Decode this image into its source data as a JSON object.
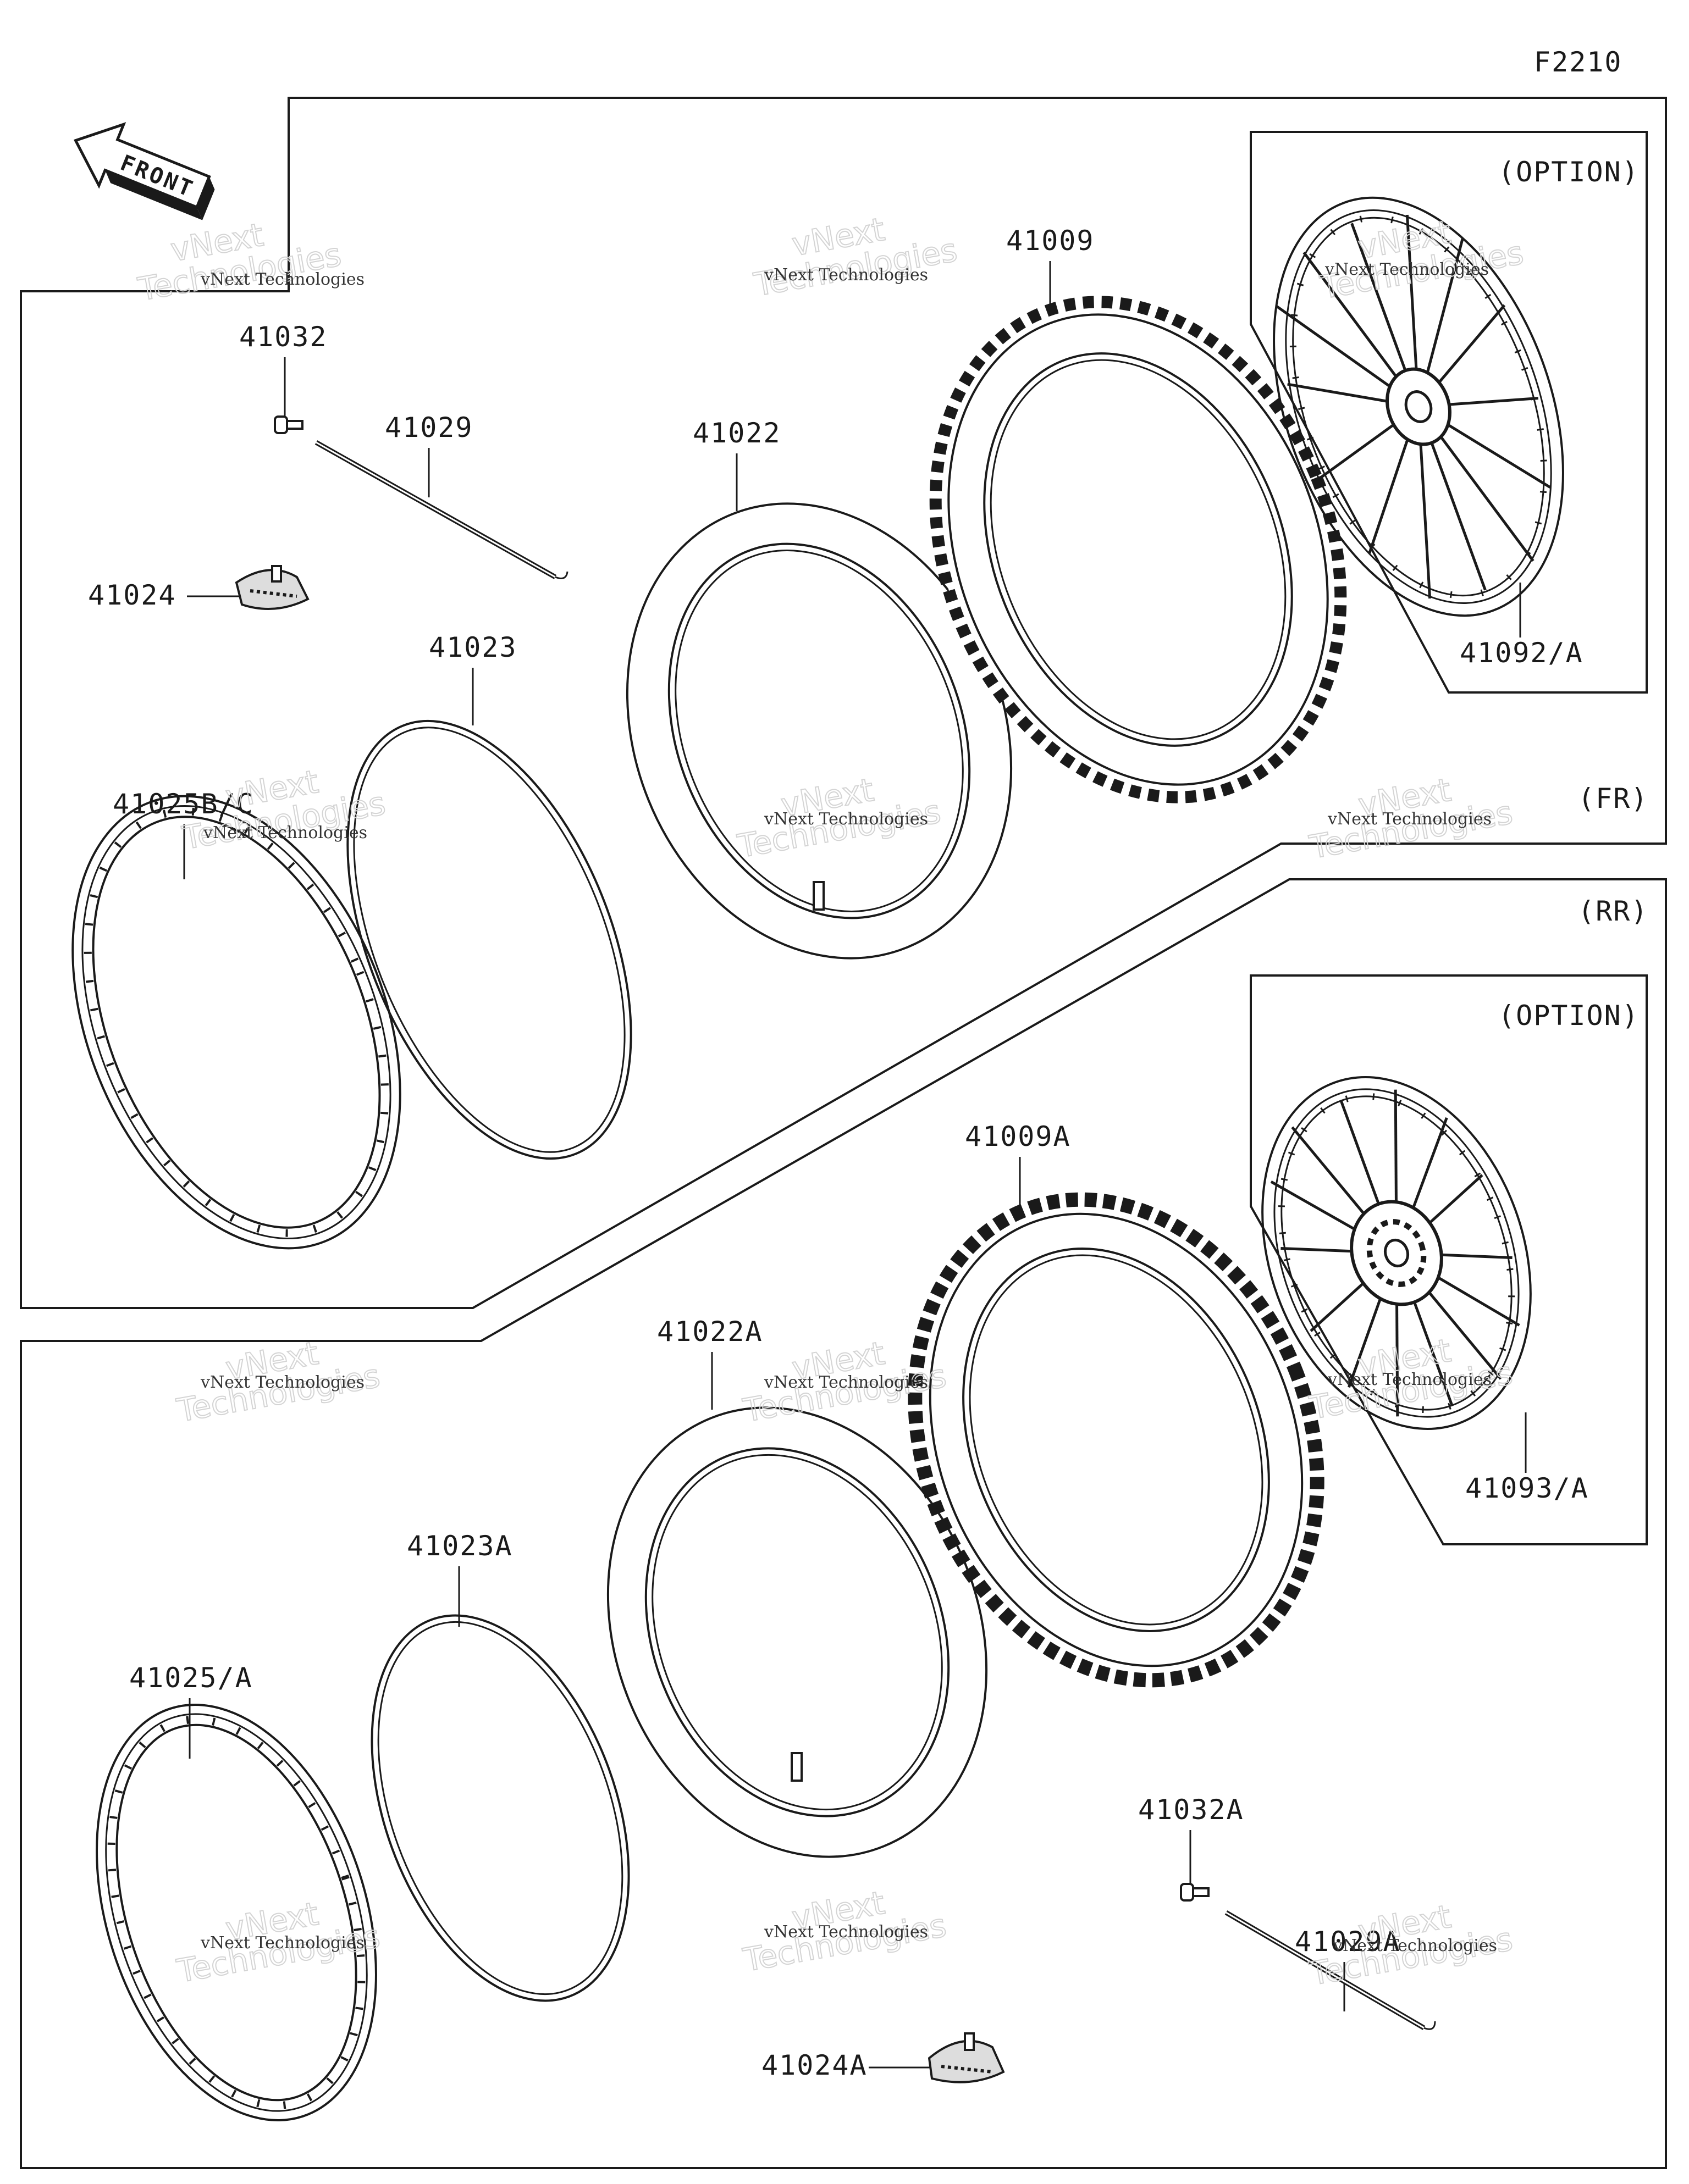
{
  "figure_code": "F2210",
  "front_arrow_label": "FRONT",
  "section_labels": {
    "front": "(FR)",
    "rear": "(RR)",
    "option_front": "(OPTION)",
    "option_rear": "(OPTION)"
  },
  "parts": {
    "p41032": "41032",
    "p41029": "41029",
    "p41024": "41024",
    "p41023": "41023",
    "p41022": "41022",
    "p41009": "41009",
    "p41092": "41092/A",
    "p41025bc": "41025B/C",
    "p41009a": "41009A",
    "p41093": "41093/A",
    "p41022a": "41022A",
    "p41023a": "41023A",
    "p41025a": "41025/A",
    "p41032a": "41032A",
    "p41029a": "41029A",
    "p41024a": "41024A"
  },
  "watermark": {
    "line1": "vNext Technologies",
    "line2": "vNext",
    "line3": "Technologies"
  }
}
